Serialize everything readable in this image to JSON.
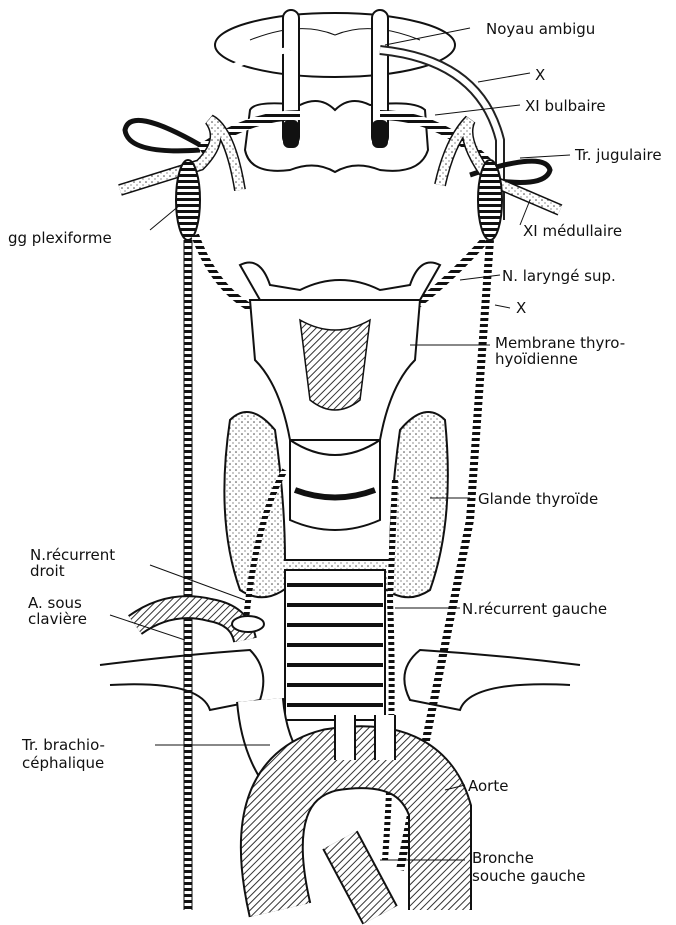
{
  "labels": {
    "noyau_ambigu": "Noyau ambigu",
    "x_top": "X",
    "xi_bulbaire": "XI bulbaire",
    "tr_jugulaire": "Tr. jugulaire",
    "gg_plexiforme": "gg plexiforme",
    "xi_medullaire": "XI médullaire",
    "n_larynge_sup": "N. laryngé sup.",
    "x_mid": "X",
    "membrane_line1": "Membrane thyro-",
    "membrane_line2": "hyoïdienne",
    "glande_thyroide": "Glande thyroïde",
    "n_recurrent_droit_line1": "N.récurrent",
    "n_recurrent_droit_line2": "droit",
    "a_sous_claviere_line1": "A. sous",
    "a_sous_claviere_line2": "clavière",
    "n_recurrent_gauche": "N.récurrent gauche",
    "tr_brachio_line1": "Tr. brachio-",
    "tr_brachio_line2": "céphalique",
    "aorte": "Aorte",
    "bronche_line1": "Bronche",
    "bronche_line2": "souche gauche"
  }
}
